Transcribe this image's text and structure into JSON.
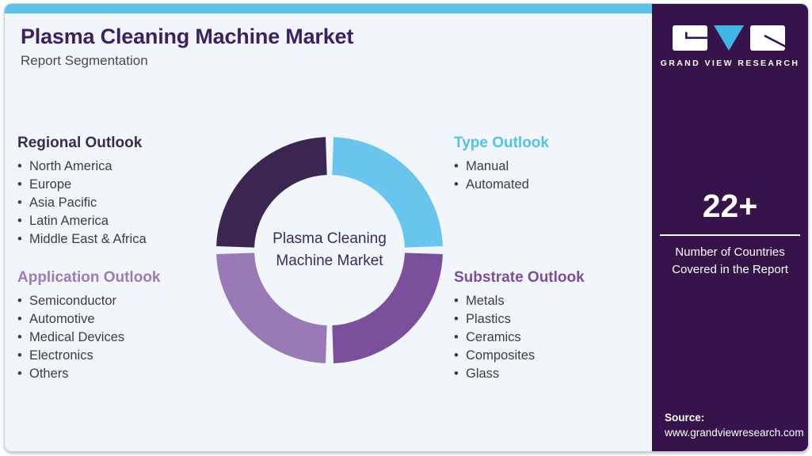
{
  "title": "Plasma Cleaning Machine Market",
  "subtitle": "Report Segmentation",
  "sections": {
    "regional": {
      "heading": "Regional Outlook",
      "color": "#3b2a54",
      "items": [
        "North America",
        "Europe",
        "Asia Pacific",
        "Latin America",
        "Middle East & Africa"
      ]
    },
    "application": {
      "heading": "Application Outlook",
      "color": "#9d7aba",
      "items": [
        "Semiconductor",
        "Automotive",
        "Medical Devices",
        "Electronics",
        "Others"
      ]
    },
    "type": {
      "heading": "Type Outlook",
      "color": "#54c0ec",
      "items": [
        "Manual",
        "Automated"
      ]
    },
    "substrate": {
      "heading": "Substrate Outlook",
      "color": "#7b4f9e",
      "items": [
        "Metals",
        "Plastics",
        "Ceramics",
        "Composites",
        "Glass"
      ]
    }
  },
  "chart_data": {
    "type": "donut",
    "title": "Report Segmentation of Plasma Cleaning Machine Market",
    "center_label": "Plasma Cleaning Machine Market",
    "categories": [
      "Type Outlook",
      "Substrate Outlook",
      "Application Outlook",
      "Regional Outlook"
    ],
    "values": [
      25,
      25,
      25,
      25
    ],
    "colors": [
      "#69c5ee",
      "#7b4f9c",
      "#9a79b7",
      "#3a2650"
    ],
    "gap_degrees": 4,
    "start_position": "top",
    "legend_position": "none"
  },
  "sidebar": {
    "logo_text": "GRAND VIEW RESEARCH",
    "stat_value": "22+",
    "stat_label": "Number of Countries Covered in the Report",
    "source_label": "Source:",
    "source_url": "www.grandviewresearch.com",
    "bg_color": "#37134b",
    "logo_blue": "#40b5e5"
  },
  "theme": {
    "top_strip_color": "#5dc2e9",
    "card_bg": "#f1f6fa",
    "title_color": "#3d1f63",
    "body_text_color": "#3d3d3d"
  }
}
